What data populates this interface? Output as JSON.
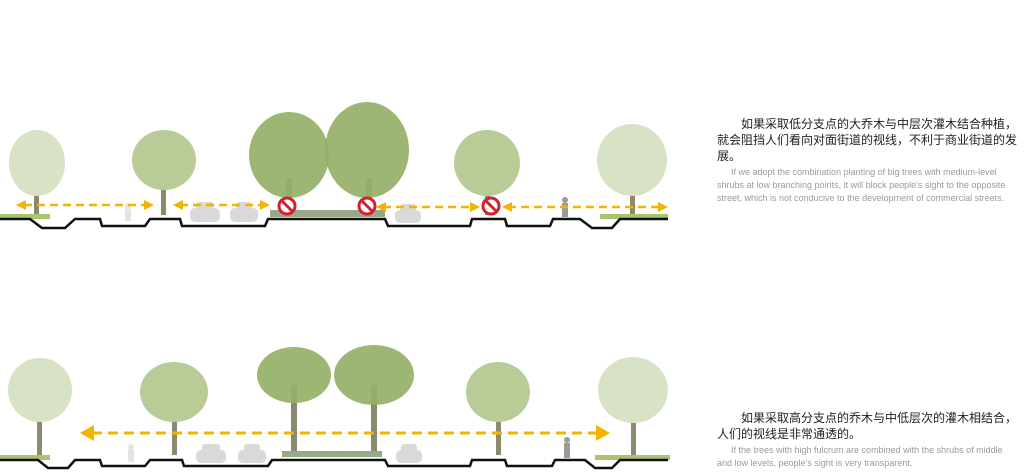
{
  "captions": {
    "top": {
      "cn": "如果采取低分支点的大乔木与中层次灌木结合种植，就会阻挡人们看向对面街道的视线，不利于商业街道的发展。",
      "en": "If we adopt the combination planting of big trees with medium-level shrubs at low branching points, it will block people's sight to the opposite street, which is not conducive to the development of commercial streets."
    },
    "bottom": {
      "cn": "如果采取高分支点的乔木与中低层次的灌木相结合，人们的视线是非常通透的。",
      "en": "If the trees with high fulcrum are combined with the shrubs of middle and low levels, people's sight is very transparent."
    }
  },
  "colors": {
    "tree_faded": "#d8e3c6",
    "tree_light": "#b9cc98",
    "tree_dark": "#96b068",
    "trunk": "#8c8a6e",
    "ground": "#111111",
    "grass": "#a9c36f",
    "sight_line": "#f2b400",
    "block_ring": "#d5202e",
    "car": "#d9d9d9",
    "median": "#9aa88a"
  },
  "icons": {
    "blocked": "no-entry-icon",
    "pedestrian": "person-icon",
    "vehicle": "car-icon"
  }
}
